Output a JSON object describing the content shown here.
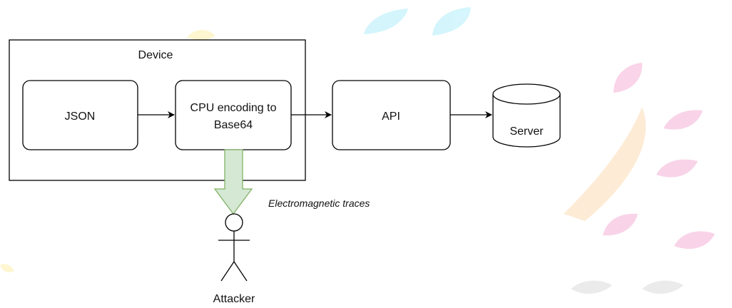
{
  "diagram": {
    "device_label": "Device",
    "nodes": {
      "json": "JSON",
      "cpu_line1": "CPU encoding to",
      "cpu_line2": "Base64",
      "api": "API",
      "server": "Server"
    },
    "leak_label": "Electromagnetic traces",
    "actor_label": "Attacker"
  },
  "colors": {
    "stroke": "#000000",
    "text": "#111111",
    "leak_arrow_fill": "#d5e8d4",
    "leak_arrow_stroke": "#82b366",
    "watermark_cyan": "#ccf4fb",
    "watermark_pink": "#f9cde5",
    "watermark_orange": "#fde8d0",
    "watermark_yellow": "#fdf5c8",
    "watermark_gray": "#e8e8e8"
  }
}
